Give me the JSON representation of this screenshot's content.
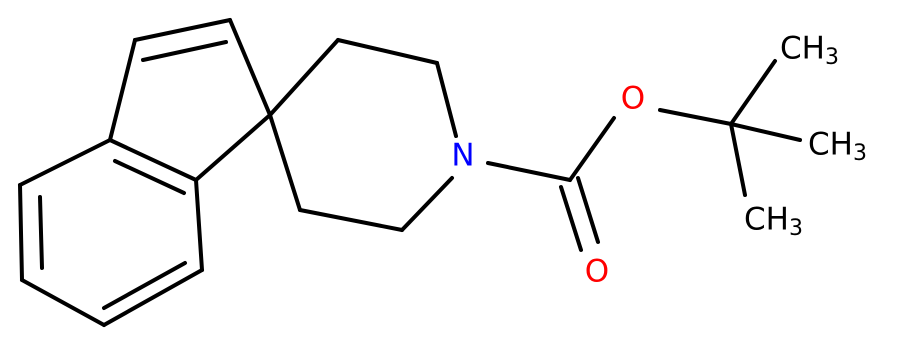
{
  "molecule": {
    "atoms": {
      "N": {
        "text": "N",
        "color": "#0000ff"
      },
      "O_ether": {
        "text": "O",
        "color": "#ff0000"
      },
      "O_carbonyl": {
        "text": "O",
        "color": "#ff0000"
      },
      "CH3_top": {
        "text": "CH",
        "sub": "3",
        "color": "#000000"
      },
      "CH3_right": {
        "text": "CH",
        "sub": "3",
        "color": "#000000"
      },
      "CH3_bottom": {
        "text": "CH",
        "sub": "3",
        "color": "#000000"
      }
    },
    "bond_color": "#000000"
  }
}
